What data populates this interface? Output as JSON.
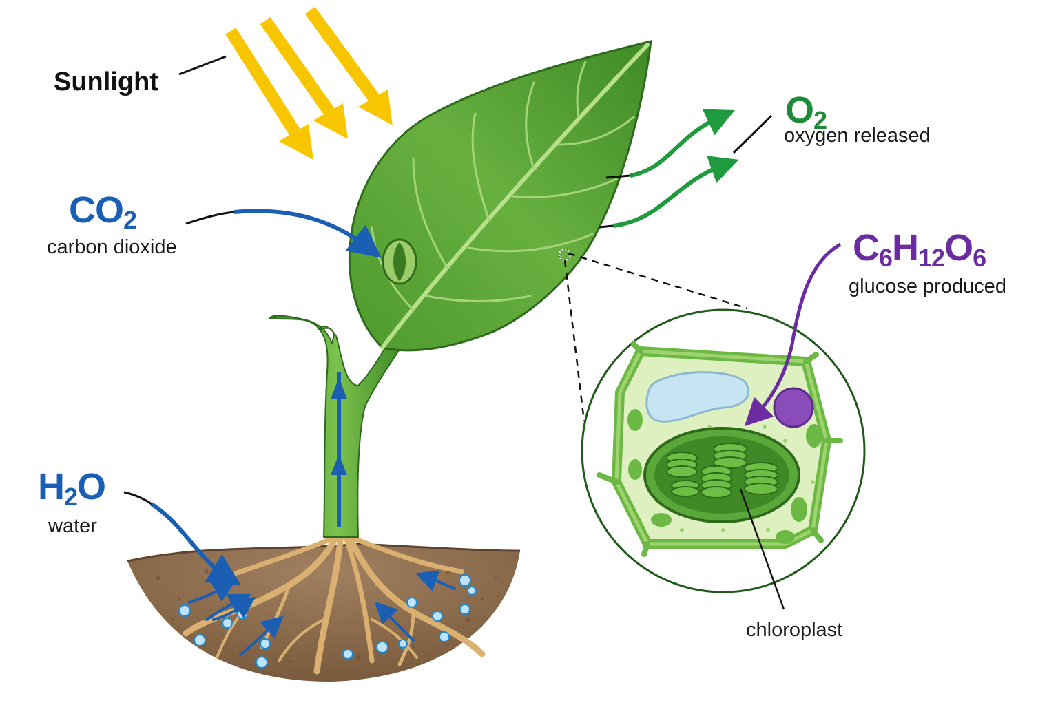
{
  "colors": {
    "sunlight": "#f7c600",
    "co2": "#1a5fb4",
    "o2": "#1f8a3a",
    "glucose": "#6a2ca0",
    "water": "#1a5fb4",
    "leaf": "#5aa83a",
    "soil": "#8a6a4a",
    "root": "#d9b070"
  },
  "labels": {
    "sunlight": "Sunlight",
    "co2": {
      "main": "CO",
      "sub": "2",
      "desc": "carbon dioxide"
    },
    "o2": {
      "main": "O",
      "sub": "2",
      "desc": "oxygen released"
    },
    "glucose": {
      "c": "C",
      "c_sub": "6",
      "h": "H",
      "h_sub": "12",
      "o": "O",
      "o_sub": "6",
      "desc": "glucose produced"
    },
    "h2o": {
      "h": "H",
      "h_sub": "2",
      "o": "O",
      "desc": "water"
    },
    "chloroplast": "chloroplast"
  }
}
